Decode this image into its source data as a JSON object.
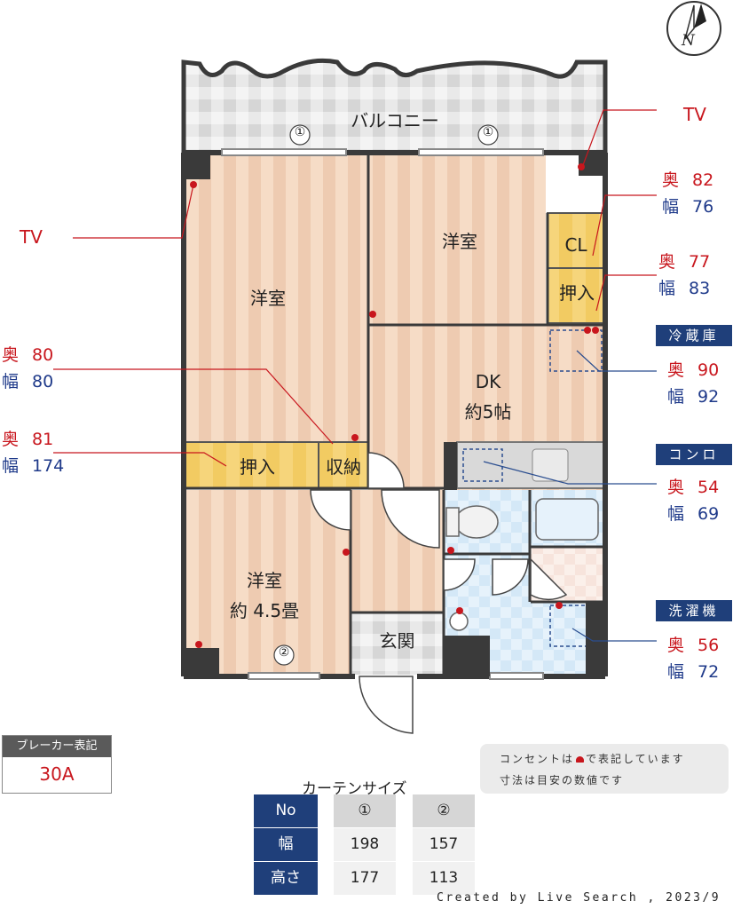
{
  "compass": {
    "letter": "N"
  },
  "rooms": {
    "balcony": "バルコニー",
    "west_room": "洋室",
    "east_room": "洋室",
    "closet_cl": "CL",
    "oshiire_upper": "押入",
    "dk_name": "DK",
    "dk_size": "約5帖",
    "oshiire_lower": "押入",
    "storage": "収納",
    "south_room": "洋室",
    "south_room_size": "約 4.5畳",
    "entrance": "玄関"
  },
  "window_marks": {
    "w1a": "①",
    "w1b": "①",
    "w2": "②"
  },
  "annotations": {
    "tv_left": "TV",
    "tv_right": "TV",
    "cl": {
      "d_label": "奥",
      "d": "82",
      "w_label": "幅",
      "w": "76"
    },
    "oshiire_upper": {
      "d_label": "奥",
      "d": "77",
      "w_label": "幅",
      "w": "83"
    },
    "storage": {
      "d_label": "奥",
      "d": "80",
      "w_label": "幅",
      "w": "80"
    },
    "oshiire_lower": {
      "d_label": "奥",
      "d": "81",
      "w_label": "幅",
      "w": "174"
    },
    "fridge": {
      "tag": "冷蔵庫",
      "d_label": "奥",
      "d": "90",
      "w_label": "幅",
      "w": "92"
    },
    "stove": {
      "tag": "コンロ",
      "d_label": "奥",
      "d": "54",
      "w_label": "幅",
      "w": "69"
    },
    "washer": {
      "tag": "洗濯機",
      "d_label": "奥",
      "d": "56",
      "w_label": "幅",
      "w": "72"
    }
  },
  "breaker": {
    "label": "ブレーカー表記",
    "value": "30A"
  },
  "notes": {
    "line1_a": "コンセントは",
    "line1_b": "で表記しています",
    "line2": "寸法は目安の数値です"
  },
  "curtain": {
    "title": "カーテンサイズ",
    "header": [
      "No",
      "①",
      "②"
    ],
    "rows": [
      {
        "label": "幅",
        "v1": "198",
        "v2": "157"
      },
      {
        "label": "高さ",
        "v1": "177",
        "v2": "113"
      }
    ]
  },
  "credit": "Created by Live Search , 2023/9",
  "colors": {
    "accent_red": "#c8161d",
    "accent_blue": "#1f3a8a",
    "tag_navy": "#1f3f7a",
    "wall": "#3a3a3a"
  }
}
